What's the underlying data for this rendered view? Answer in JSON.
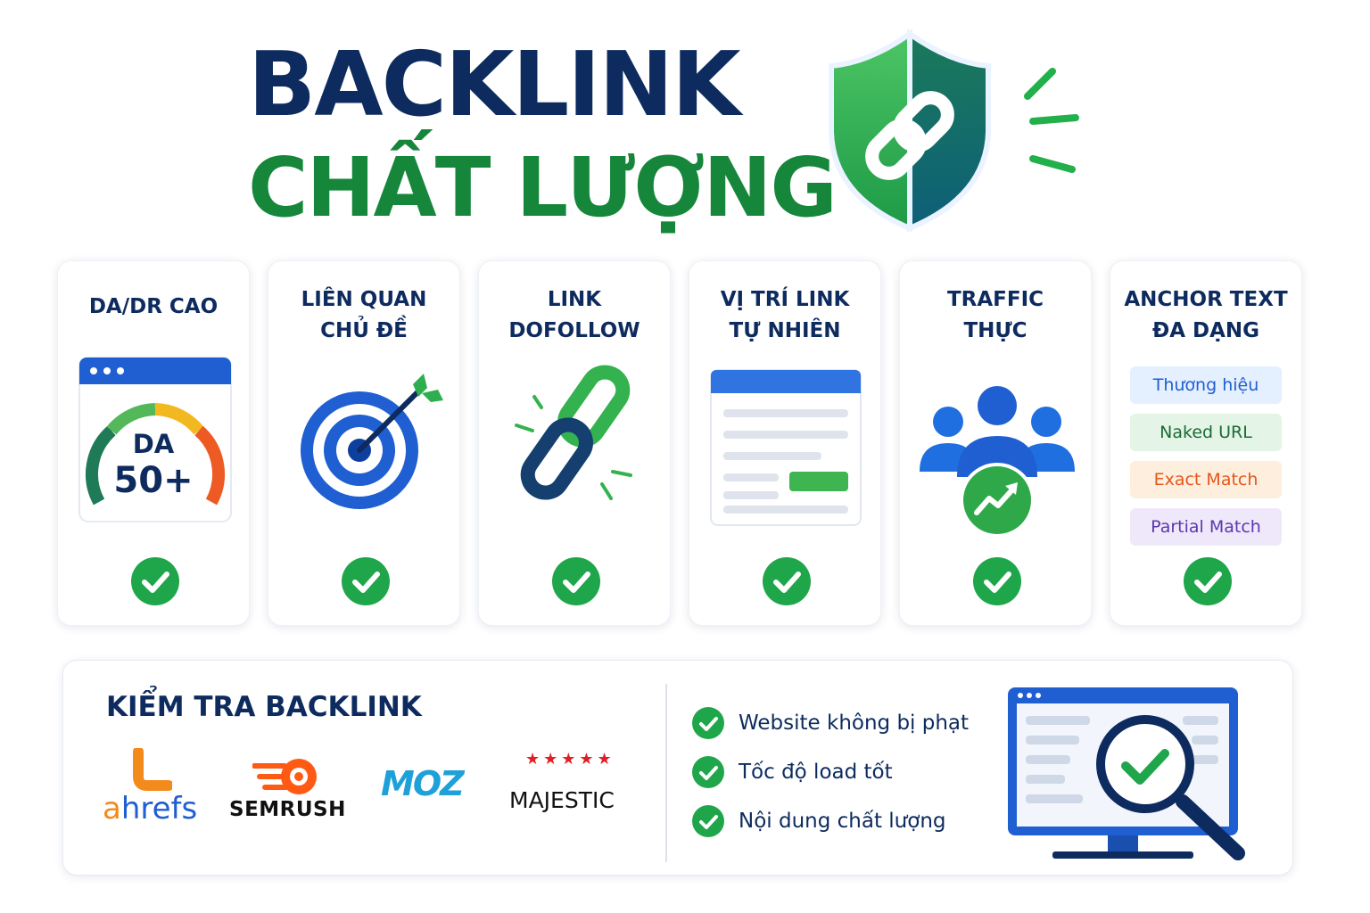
{
  "header": {
    "title_line1": "BACKLINK",
    "title_line2": "CHẤT LƯỢNG",
    "shield_icon": "shield-chain-icon"
  },
  "colors": {
    "navy": "#0d2b5e",
    "green": "#16873a",
    "check_green": "#1fa64a",
    "blue": "#1f5fd1"
  },
  "cards": [
    {
      "title": "DA/DR CAO",
      "gauge_label": "DA",
      "gauge_value": "50+",
      "icon": "da-gauge-icon"
    },
    {
      "title": "LIÊN QUAN\nCHỦ ĐỀ",
      "icon": "target-icon"
    },
    {
      "title": "LINK\nDOFOLLOW",
      "icon": "chain-link-icon"
    },
    {
      "title": "VỊ TRÍ LINK\nTỰ NHIÊN",
      "icon": "document-icon"
    },
    {
      "title": "TRAFFIC\nTHỰC",
      "icon": "users-growth-icon"
    },
    {
      "title": "ANCHOR TEXT\nĐA DẠNG",
      "icon": "anchor-list-icon",
      "anchors": [
        "Thương hiệu",
        "Naked URL",
        "Exact Match",
        "Partial Match"
      ]
    }
  ],
  "bottom": {
    "title": "KIỂM TRA BACKLINK",
    "tools": {
      "ahrefs": {
        "prefix": "a",
        "rest": "hrefs"
      },
      "semrush": "SEMRUSH",
      "moz": "MOZ",
      "majestic": "MAJESTIC"
    },
    "bullets": [
      "Website không bị phạt",
      "Tốc độ load tốt",
      "Nội dung chất lượng"
    ],
    "monitor_icon": "monitor-magnifier-check-icon"
  }
}
